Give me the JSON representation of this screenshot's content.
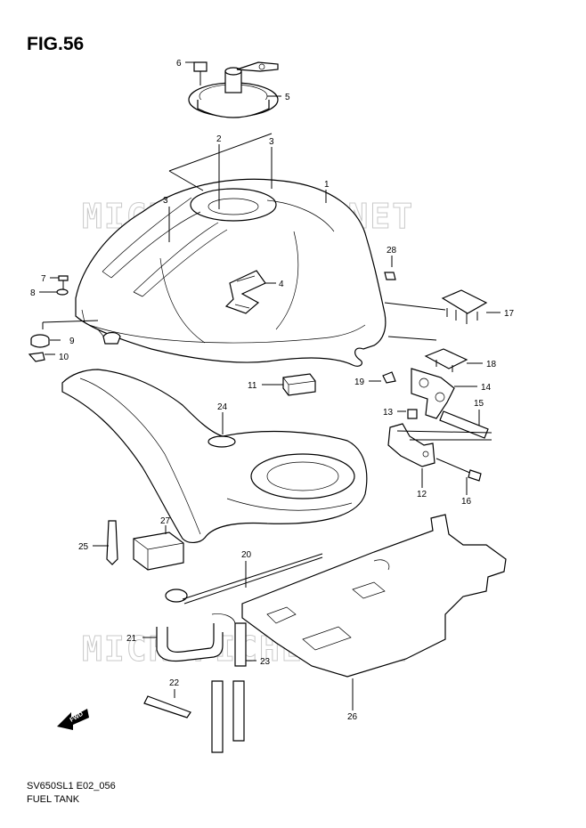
{
  "figure": {
    "title": "FIG.56"
  },
  "footer": {
    "code": "SV650SL1 E02_056",
    "name": "FUEL TANK"
  },
  "watermark": {
    "text": "MICROFICHES.NET",
    "color": "#c9c9c9"
  },
  "fwd_label": "FWD",
  "callouts": [
    {
      "id": "c1",
      "label": "1"
    },
    {
      "id": "c2",
      "label": "2"
    },
    {
      "id": "c3a",
      "label": "3"
    },
    {
      "id": "c3b",
      "label": "3"
    },
    {
      "id": "c4",
      "label": "4"
    },
    {
      "id": "c5",
      "label": "5"
    },
    {
      "id": "c6",
      "label": "6"
    },
    {
      "id": "c7",
      "label": "7"
    },
    {
      "id": "c8",
      "label": "8"
    },
    {
      "id": "c9",
      "label": "9"
    },
    {
      "id": "c10",
      "label": "10"
    },
    {
      "id": "c11",
      "label": "11"
    },
    {
      "id": "c12",
      "label": "12"
    },
    {
      "id": "c13",
      "label": "13"
    },
    {
      "id": "c14",
      "label": "14"
    },
    {
      "id": "c15",
      "label": "15"
    },
    {
      "id": "c16",
      "label": "16"
    },
    {
      "id": "c17",
      "label": "17"
    },
    {
      "id": "c18",
      "label": "18"
    },
    {
      "id": "c19",
      "label": "19"
    },
    {
      "id": "c20",
      "label": "20"
    },
    {
      "id": "c21",
      "label": "21"
    },
    {
      "id": "c22",
      "label": "22"
    },
    {
      "id": "c23",
      "label": "23"
    },
    {
      "id": "c24",
      "label": "24"
    },
    {
      "id": "c25",
      "label": "25"
    },
    {
      "id": "c26",
      "label": "26"
    },
    {
      "id": "c27",
      "label": "27"
    },
    {
      "id": "c28",
      "label": "28"
    }
  ]
}
